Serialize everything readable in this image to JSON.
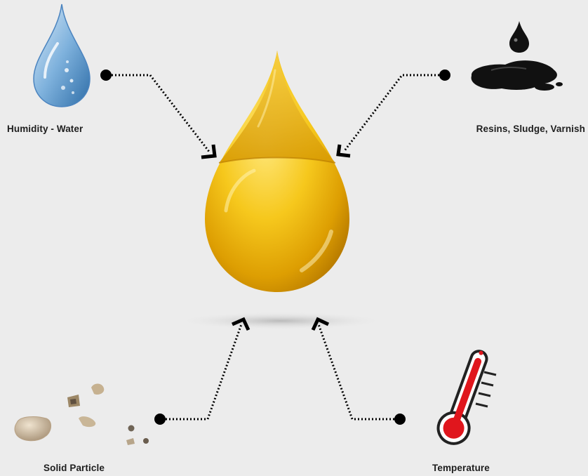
{
  "diagram": {
    "center": {
      "name": "oil-drop"
    },
    "contaminants": [
      {
        "id": "humidity",
        "label": "Humidity - Water",
        "icon": "water-drop-icon"
      },
      {
        "id": "resins",
        "label": "Resins, Sludge, Varnish",
        "icon": "sludge-puddle-icon"
      },
      {
        "id": "solid",
        "label": "Solid Particle",
        "icon": "particles-icon"
      },
      {
        "id": "temperature",
        "label": "Temperature",
        "icon": "thermometer-icon"
      }
    ]
  },
  "colors": {
    "background": "#ececec",
    "oil": "#f2b705",
    "water": "#6fa8dc",
    "sludge": "#111111",
    "thermometer_red": "#e0161d",
    "connector": "#000000"
  }
}
